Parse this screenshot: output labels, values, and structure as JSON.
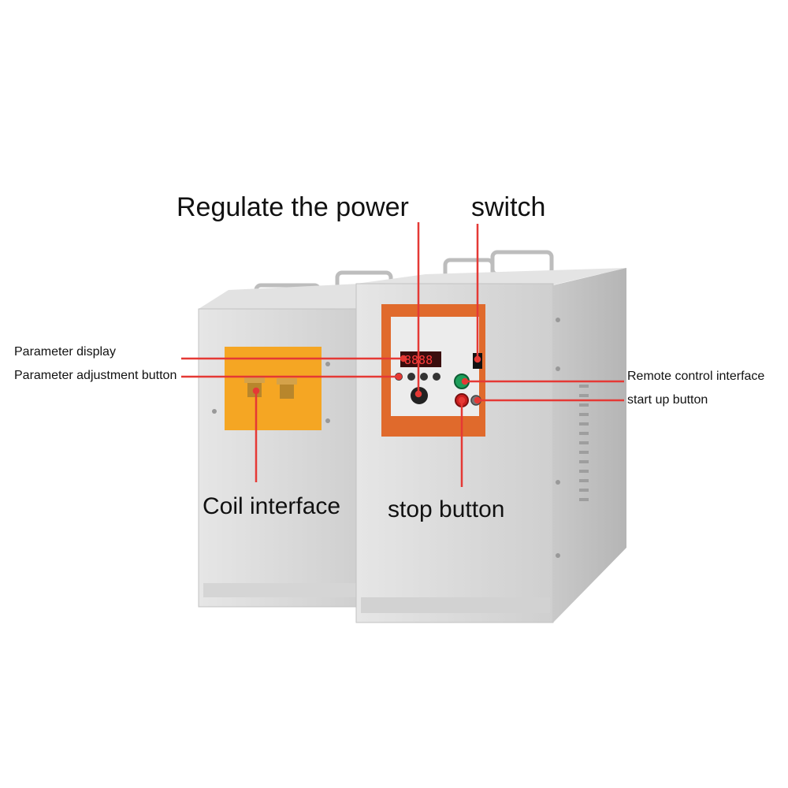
{
  "labels": {
    "regulate_power": "Regulate the power",
    "switch": "switch",
    "parameter_display": "Parameter display",
    "parameter_adjustment": "Parameter adjustment button",
    "remote_control": "Remote control interface",
    "start_up": "start up button",
    "coil_interface": "Coil interface",
    "stop_button": "stop button"
  },
  "panel": {
    "display_readout": "8888"
  },
  "colors": {
    "leader_line": "#e53935",
    "cabinet_body": "#dcdcdc",
    "coil_panel": "#f5a623",
    "control_panel": "#e06a2c",
    "start_button": "#1e9e5a",
    "stop_button": "#cc1f1f"
  }
}
